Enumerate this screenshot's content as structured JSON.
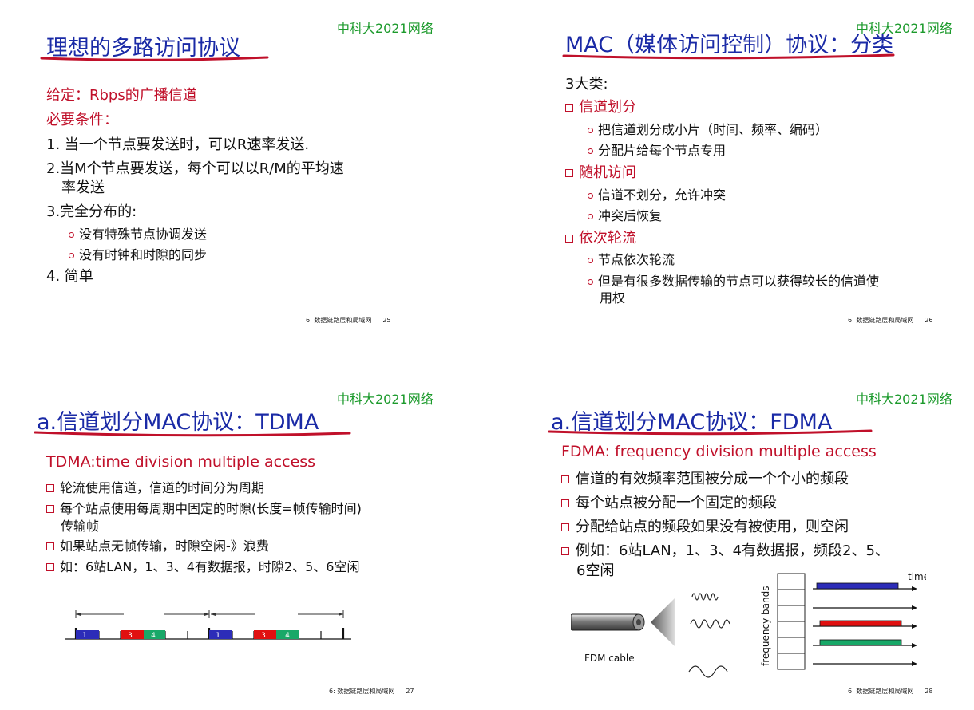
{
  "brand": "中科大2021网络",
  "footer_text": "6: 数据链路层和局域网",
  "slide1": {
    "title": "理想的多路访问协议",
    "given": "给定：Rbps的广播信道",
    "required": "必要条件：",
    "item1": "1. 当一个节点要发送时，可以R速率发送.",
    "item2a": "2.当M个节点要发送，每个可以以R/M的平均速",
    "item2b": "率发送",
    "item3": "3.完全分布的:",
    "sub1": "没有特殊节点协调发送",
    "sub2": "没有时钟和时隙的同步",
    "item4": "4. 简单",
    "page": "25"
  },
  "slide2": {
    "title": "MAC（媒体访问控制）协议：分类",
    "intro": "3大类:",
    "cat1": "信道划分",
    "cat1_a": "把信道划分成小片（时间、频率、编码）",
    "cat1_b": "分配片给每个节点专用",
    "cat2": "随机访问",
    "cat2_a": "信道不划分，允许冲突",
    "cat2_b": "冲突后恢复",
    "cat3": "依次轮流",
    "cat3_a": "节点依次轮流",
    "cat3_b1": "但是有很多数据传输的节点可以获得较长的信道使",
    "cat3_b2": "用权",
    "page": "26"
  },
  "slide3": {
    "title": "a.信道划分MAC协议：TDMA",
    "subtitle": "TDMA:time division multiple access",
    "b1": "轮流使用信道，信道的时间分为周期",
    "b2a": "每个站点使用每周期中固定的时隙(长度=帧传输时间)",
    "b2b": "传输帧",
    "b3": "如果站点无帧传输，时隙空闲-》浪费",
    "b4": "如：6站LAN，1、3、4有数据报，时隙2、5、6空闲",
    "slot_labels": [
      "1",
      "3",
      "4",
      "1",
      "3",
      "4"
    ],
    "page": "27"
  },
  "slide4": {
    "title": "a.信道划分MAC协议：FDMA",
    "subtitle": "FDMA: frequency division multiple access",
    "b1": "信道的有效频率范围被分成一个个小的频段",
    "b2": "每个站点被分配一个固定的频段",
    "b3": "分配给站点的频段如果没有被使用，则空闲",
    "b4a": "例如：6站LAN，1、3、4有数据报，频段2、5、",
    "b4b": "6空闲",
    "cable_label": "FDM cable",
    "axis_freq": "frequency bands",
    "axis_time": "time",
    "page": "28"
  },
  "colors": {
    "blue": "#2c2cb8",
    "red": "#e01010",
    "green": "#18a868",
    "brand_green": "#1c9a2c",
    "title_blue": "#1a2aa6",
    "accent_red": "#c0102a"
  }
}
